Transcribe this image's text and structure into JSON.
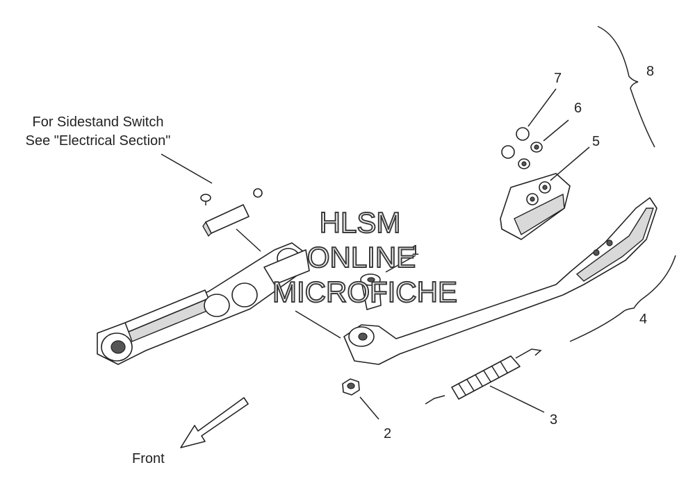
{
  "diagram": {
    "callouts": {
      "n1": "1",
      "n2": "2",
      "n3": "3",
      "n4": "4",
      "n5": "5",
      "n6": "6",
      "n7": "7",
      "n8": "8"
    },
    "note": {
      "line1": "For Sidestand Switch",
      "line2": "See \"Electrical Section\""
    },
    "direction_label": "Front",
    "watermark": {
      "line1": "HLSM",
      "line2": "ONLINE",
      "line3": "MICROFICHE"
    }
  },
  "colors": {
    "line": "#222222",
    "background": "#ffffff",
    "watermark_outline": "#3a3a3a"
  }
}
